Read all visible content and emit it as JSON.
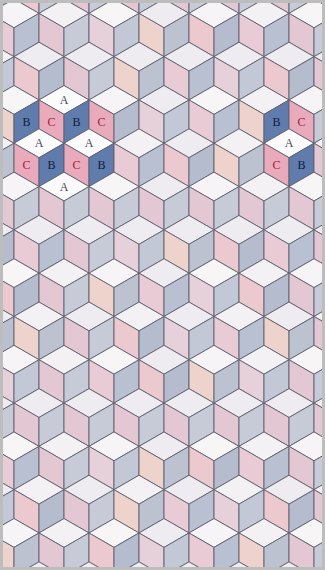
{
  "diagram": {
    "labels": [
      "A",
      "B",
      "C",
      "B",
      "C",
      "A",
      "A",
      "C",
      "B",
      "C",
      "B",
      "A",
      "B",
      "C",
      "A",
      "C",
      "B"
    ]
  }
}
